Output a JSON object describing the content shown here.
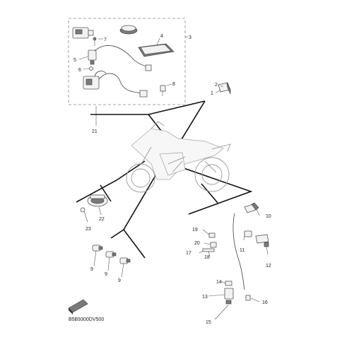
{
  "diagram": {
    "callouts": [
      {
        "id": "c1",
        "text": "1"
      },
      {
        "id": "c2",
        "text": "2"
      },
      {
        "id": "c3",
        "text": "3"
      },
      {
        "id": "c4",
        "text": "4"
      },
      {
        "id": "c5",
        "text": "5"
      },
      {
        "id": "c6",
        "text": "6"
      },
      {
        "id": "c7",
        "text": "7"
      },
      {
        "id": "c8",
        "text": "8"
      },
      {
        "id": "c9a",
        "text": "9"
      },
      {
        "id": "c9b",
        "text": "9"
      },
      {
        "id": "c9c",
        "text": "9"
      },
      {
        "id": "c10",
        "text": "10"
      },
      {
        "id": "c11",
        "text": "11"
      },
      {
        "id": "c12",
        "text": "12"
      },
      {
        "id": "c13",
        "text": "13"
      },
      {
        "id": "c14",
        "text": "14"
      },
      {
        "id": "c15",
        "text": "15"
      },
      {
        "id": "c16",
        "text": "16"
      },
      {
        "id": "c17",
        "text": "17"
      },
      {
        "id": "c18",
        "text": "18"
      },
      {
        "id": "c19",
        "text": "19"
      },
      {
        "id": "c20",
        "text": "20"
      },
      {
        "id": "c21",
        "text": "21"
      },
      {
        "id": "c22",
        "text": "22"
      },
      {
        "id": "c23",
        "text": "23"
      }
    ],
    "diagram_code": "B5B9300DV500"
  }
}
